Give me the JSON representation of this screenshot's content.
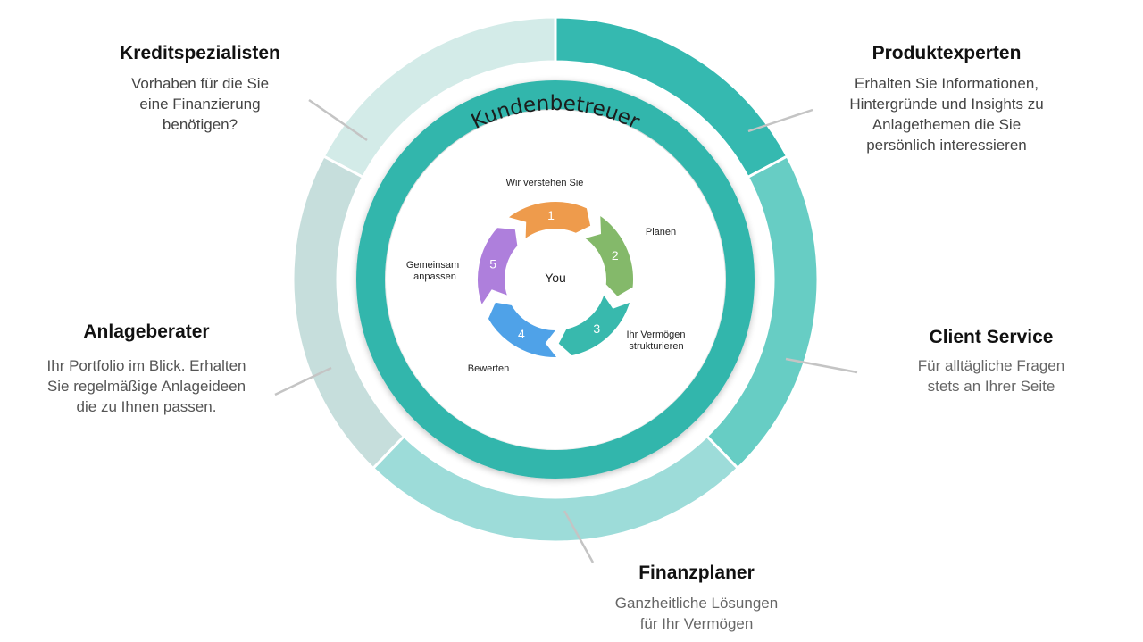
{
  "diagram": {
    "outer_ring": [
      {
        "key": "kredit",
        "color": "#d3ebe8"
      },
      {
        "key": "produkt",
        "color": "#35b9b0"
      },
      {
        "key": "client",
        "color": "#67cdc4"
      },
      {
        "key": "finanz",
        "color": "#9ddcd9"
      },
      {
        "key": "anlage",
        "color": "#c6dedc"
      }
    ],
    "inner_ring": {
      "label": "Kundenbetreuer",
      "color": "#32b6ac"
    },
    "cycle": {
      "center_label": "You",
      "steps": [
        {
          "number": "1",
          "label": "Wir verstehen Sie",
          "color": "#ee9b4c"
        },
        {
          "number": "2",
          "label": "Planen",
          "color": "#84b96a"
        },
        {
          "number": "3",
          "label_lines": [
            "Ihr Vermögen",
            "strukturieren"
          ],
          "color": "#38b9ad"
        },
        {
          "number": "4",
          "label": "Bewerten",
          "color": "#4fa2e8"
        },
        {
          "number": "5",
          "label_lines": [
            "Gemeinsam",
            "anpassen"
          ],
          "color": "#ae7fdc"
        }
      ]
    },
    "callouts": {
      "kredit": {
        "title": "Kreditspezialisten",
        "desc": [
          "Vorhaben für die Sie",
          "eine Finanzierung",
          "benötigen?"
        ]
      },
      "produkt": {
        "title": "Produktexperten",
        "desc": [
          "Erhalten Sie Informationen,",
          "Hintergründe und Insights zu",
          "Anlagethemen die Sie",
          "persönlich interessieren"
        ]
      },
      "anlage": {
        "title": "Anlageberater",
        "desc": [
          "Ihr Portfolio im Blick. Erhalten",
          "Sie regelmäßige Anlageideen",
          "die zu Ihnen passen."
        ]
      },
      "client": {
        "title": "Client Service",
        "desc": [
          "Für alltägliche Fragen",
          "stets an Ihrer Seite"
        ]
      },
      "finanz": {
        "title": "Finanzplaner",
        "desc": [
          "Ganzheitliche Lösungen",
          "für Ihr Vermögen"
        ]
      }
    },
    "colors": {
      "leader_line": "#c4c4c4",
      "step_text": "#222222",
      "inner_label": "#1c1c1c"
    }
  }
}
